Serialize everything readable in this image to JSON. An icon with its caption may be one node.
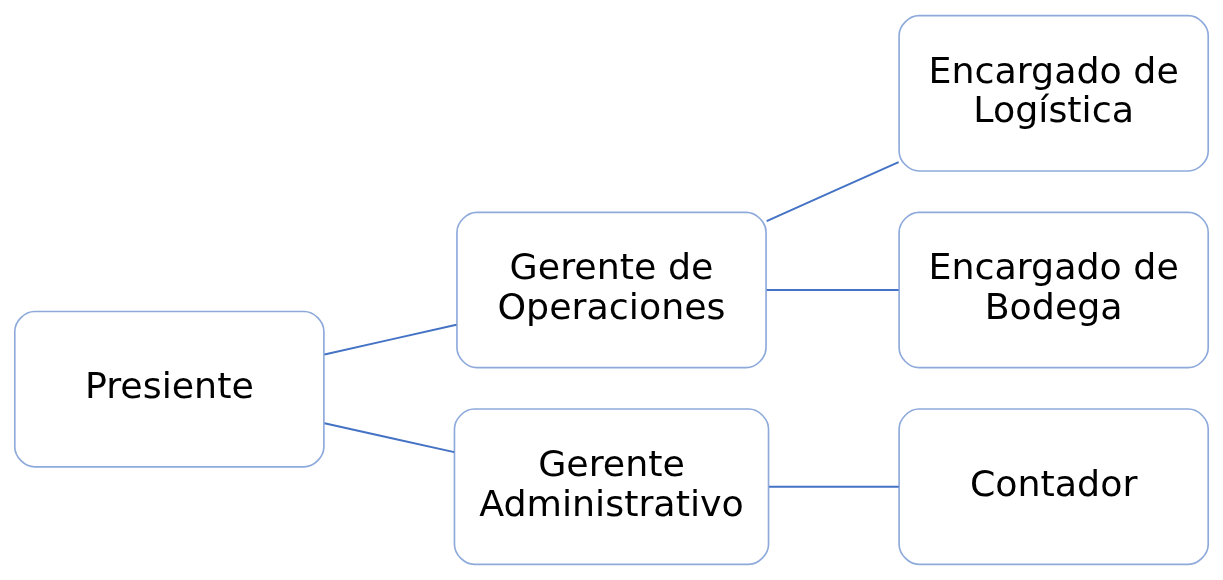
{
  "diagram": {
    "nodes": [
      {
        "text": [
          "Presiente"
        ]
      },
      {
        "text": [
          "Gerente de Operaciones"
        ]
      },
      {
        "text": [
          "Encargado de Logística"
        ]
      },
      {
        "text": [
          "Encargado de Bodega"
        ]
      },
      {
        "text": [
          "Gerente Administrativo"
        ]
      },
      {
        "text": [
          "Contador"
        ]
      }
    ],
    "edges": [
      {
        "from": 0,
        "to": 1,
        "arrow": "none"
      },
      {
        "from": 0,
        "to": 4,
        "arrow": "none"
      },
      {
        "from": 1,
        "to": 2,
        "arrow": "none"
      },
      {
        "from": 1,
        "to": 3,
        "arrow": "none"
      },
      {
        "from": 4,
        "to": 5,
        "arrow": "none"
      }
    ]
  }
}
